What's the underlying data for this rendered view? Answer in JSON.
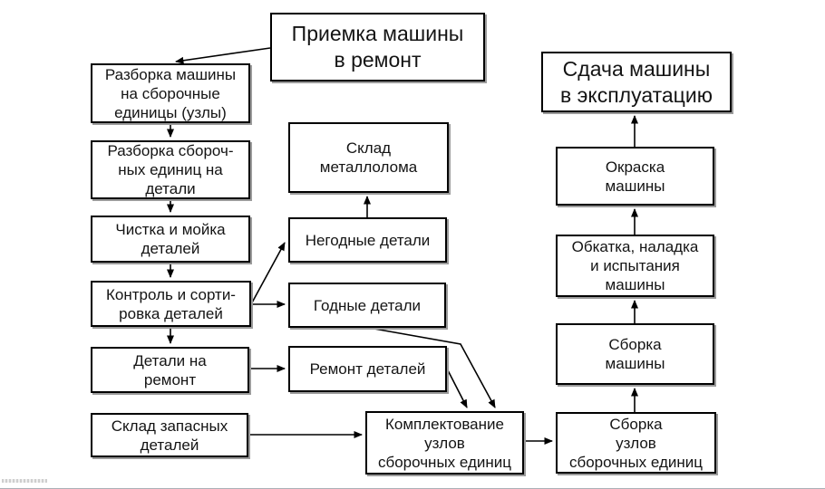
{
  "diagram": {
    "title_box": "Приемка машины\nв ремонт",
    "boxes": {
      "priemka": {
        "label": "Приемка машины\nв ремонт"
      },
      "razborka_mashiny": {
        "label": "Разборка машины\nна сборочные\nединицы (узлы)"
      },
      "razborka_edinits": {
        "label": "Разборка сбороч-\nных единиц на\nдетали"
      },
      "chistka": {
        "label": "Чистка и мойка\nдеталей"
      },
      "kontrol": {
        "label": "Контроль и сорти-\nровка деталей"
      },
      "detali_na_remont": {
        "label": "Детали на\nремонт"
      },
      "sklad_zapasnykh": {
        "label": "Склад запасных\nдеталей"
      },
      "sklad_metalloloma": {
        "label": "Склад\nметаллолома"
      },
      "negodnye": {
        "label": "Негодные детали"
      },
      "godnye": {
        "label": "Годные детали"
      },
      "remont_detaley": {
        "label": "Ремонт деталей"
      },
      "komplektovanie": {
        "label": "Комплектование\nузлов\nсборочных единиц"
      },
      "sdacha": {
        "label": "Сдача машины\nв эксплуатацию"
      },
      "okraska": {
        "label": "Окраска\nмашины"
      },
      "obkatka": {
        "label": "Обкатка, наладка\nи испытания\nмашины"
      },
      "sborka_mashiny": {
        "label": "Сборка\nмашины"
      },
      "sborka_uzlov": {
        "label": "Сборка\nузлов\nсборочных единиц"
      }
    },
    "edges": [
      "Приемка машины в ремонт → Разборка машины на сборочные единицы (узлы)",
      "Разборка машины → Разборка сборочных единиц на детали",
      "Разборка сборочных единиц → Чистка и мойка деталей",
      "Чистка и мойка деталей → Контроль и сортировка деталей",
      "Контроль и сортировка → Детали на ремонт",
      "Контроль и сортировка → Негодные детали",
      "Контроль и сортировка → Годные детали",
      "Негодные детали → Склад металлолома",
      "Детали на ремонт → Ремонт деталей",
      "Склад запасных деталей → Комплектование узлов сборочных единиц",
      "Годные детали → Комплектование узлов сборочных единиц",
      "Ремонт деталей → Комплектование узлов сборочных единиц",
      "Комплектование узлов → Сборка узлов сборочных единиц",
      "Сборка узлов сборочных единиц → Сборка машины",
      "Сборка машины → Обкатка, наладка и испытания машины",
      "Обкатка, наладка и испытания машины → Окраска машины",
      "Окраска машины → Сдача машины в эксплуатацию"
    ],
    "colors": {
      "background": "#ffffff",
      "box_border": "#000000",
      "box_background": "#ffffff",
      "text": "#141414",
      "arrow": "#000000",
      "shadow": "#9b9b9b"
    }
  }
}
